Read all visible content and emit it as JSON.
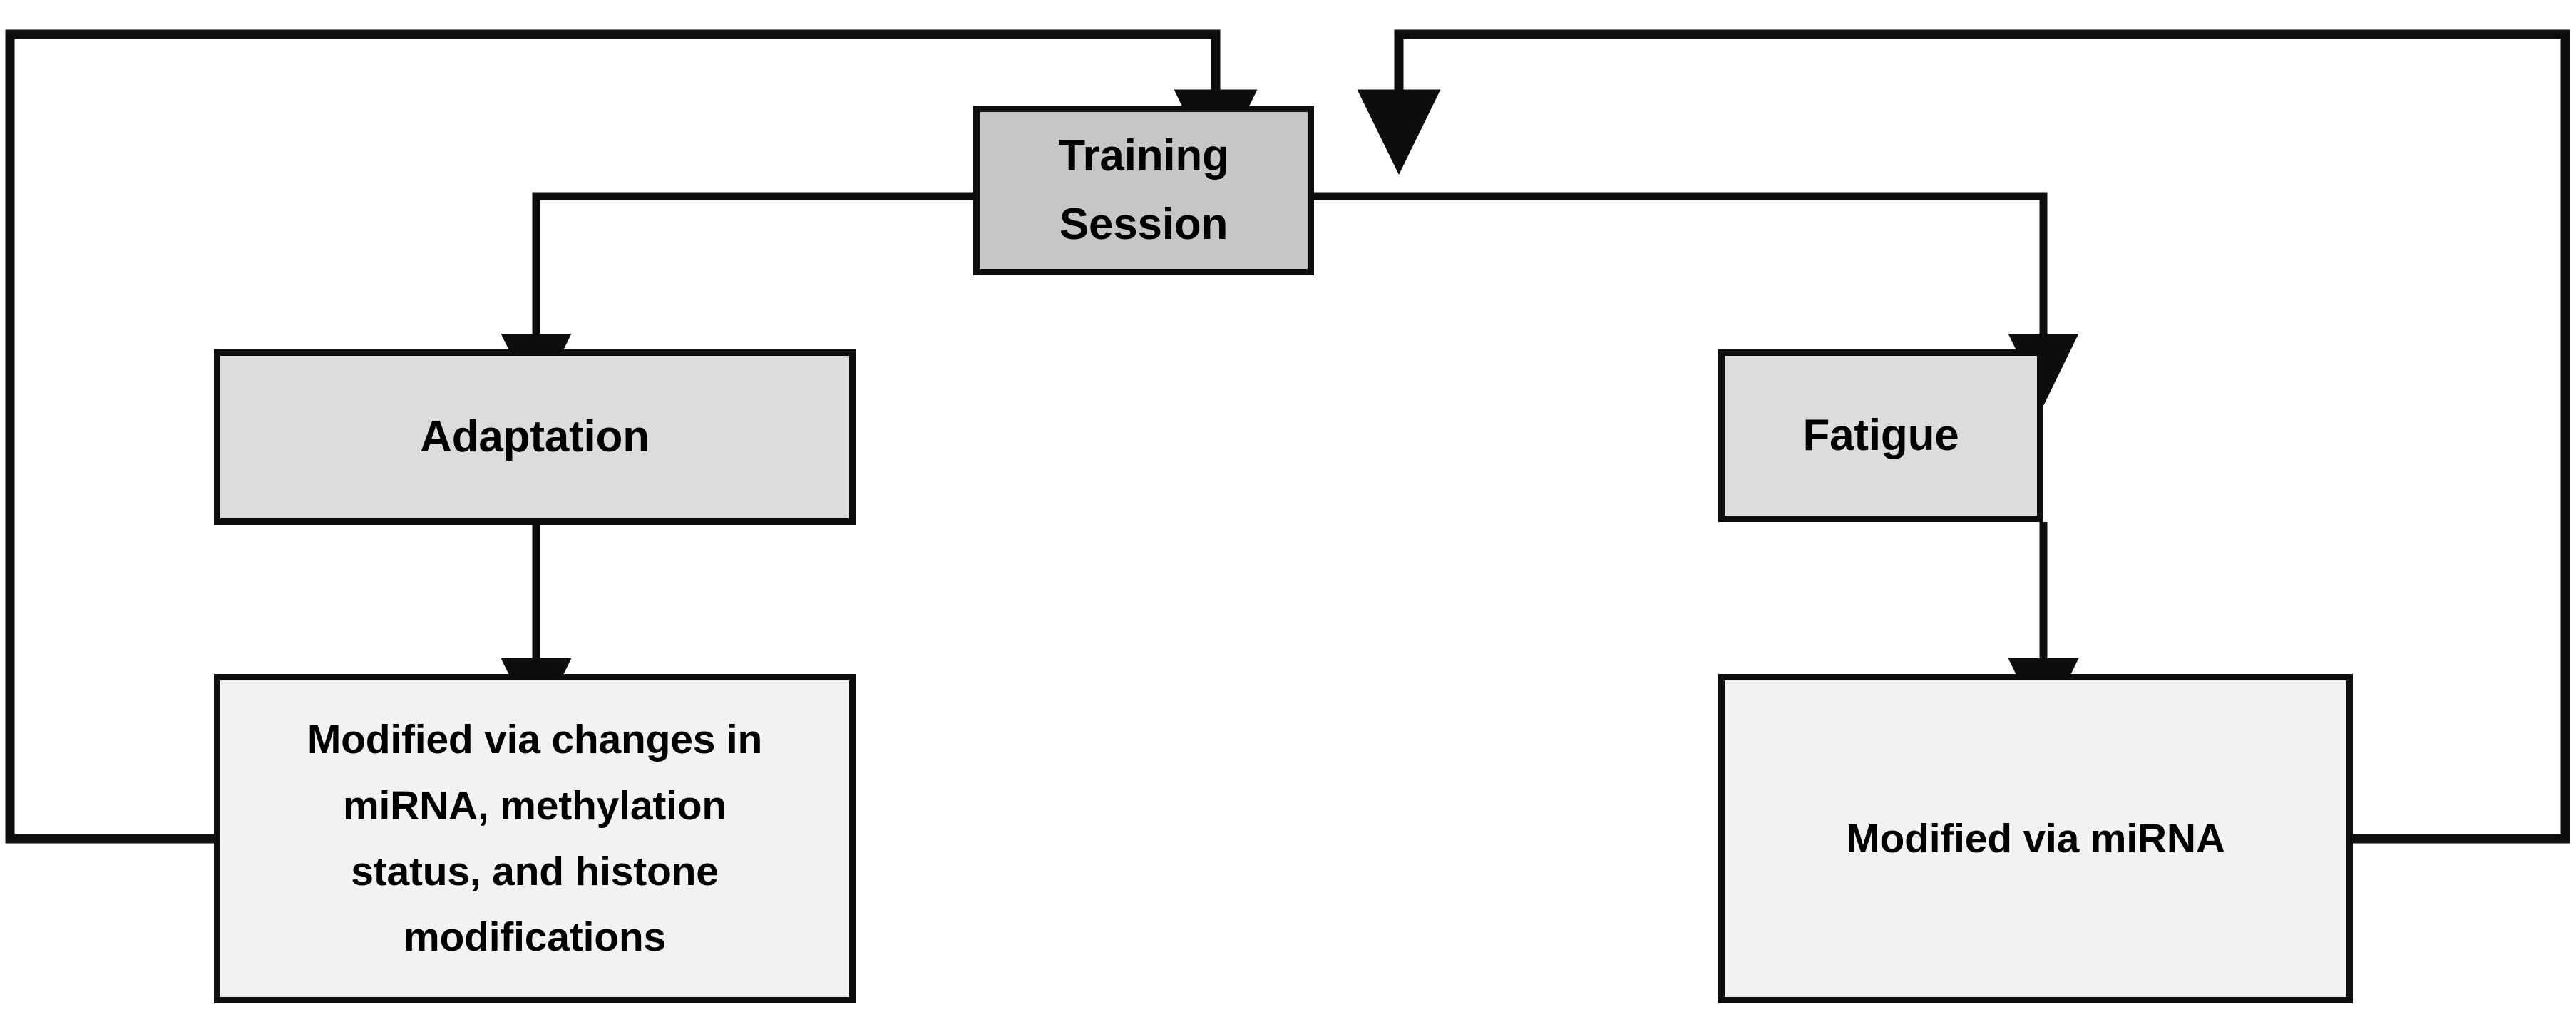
{
  "diagram": {
    "title": "Training Session adaptation and fatigue feedback loop",
    "colors": {
      "line": "#0d0d0d",
      "page_background": "#ffffff",
      "primary_node_fill": "#c6c6c6",
      "secondary_node_fill": "#dcdcdc",
      "mechanism_node_fill": "#f2f2f2",
      "text": "#000000"
    },
    "nodes": [
      {
        "id": "training-session",
        "label": "Training Session",
        "fill": "#c6c6c6",
        "level": "root"
      },
      {
        "id": "adaptation",
        "label": "Adaptation",
        "fill": "#dcdcdc",
        "level": "branch"
      },
      {
        "id": "fatigue",
        "label": "Fatigue",
        "fill": "#dcdcdc",
        "level": "branch"
      },
      {
        "id": "adaptation-mechanism",
        "label": "Modified via changes in miRNA, methylation status, and histone modifications",
        "lines": [
          "Modified via changes in",
          "miRNA, methylation",
          "status, and histone",
          "modifications"
        ],
        "fill": "#f2f2f2",
        "level": "mechanism"
      },
      {
        "id": "fatigue-mechanism",
        "label": "Modified via miRNA",
        "lines": [
          "Modified via miRNA"
        ],
        "fill": "#f2f2f2",
        "level": "mechanism"
      }
    ],
    "edges": [
      {
        "id": "edge-training-to-adaptation",
        "from": "training-session",
        "to": "adaptation",
        "arrow": true
      },
      {
        "id": "edge-training-to-fatigue",
        "from": "training-session",
        "to": "fatigue",
        "arrow": true
      },
      {
        "id": "edge-adaptation-to-mechanism",
        "from": "adaptation",
        "to": "adaptation-mechanism",
        "arrow": true
      },
      {
        "id": "edge-fatigue-to-mechanism",
        "from": "fatigue",
        "to": "fatigue-mechanism",
        "arrow": true
      },
      {
        "id": "edge-adaptation-mechanism-feedback",
        "from": "adaptation-mechanism",
        "to": "training-session",
        "arrow": true,
        "routing": "left-outer-loop"
      },
      {
        "id": "edge-fatigue-mechanism-feedback",
        "from": "fatigue-mechanism",
        "to": "training-session",
        "arrow": true,
        "routing": "right-outer-loop"
      }
    ]
  }
}
